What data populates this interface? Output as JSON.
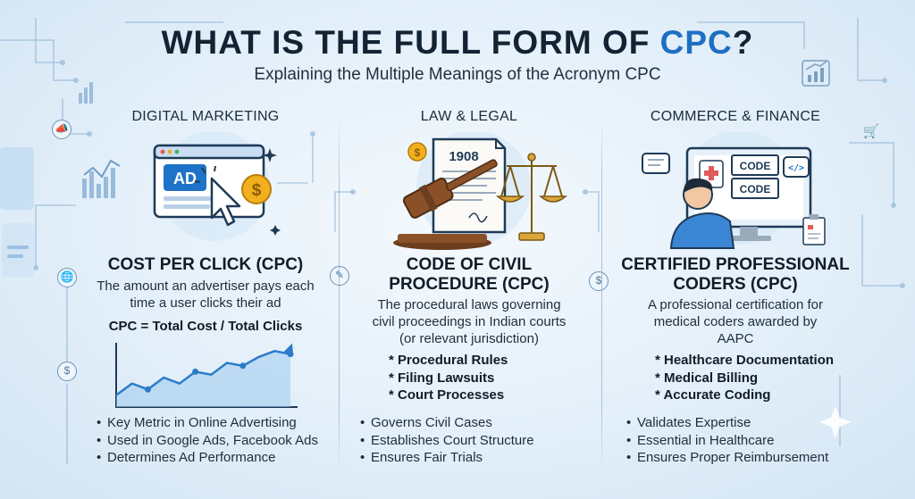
{
  "header": {
    "title_prefix": "WHAT IS THE FULL FORM OF ",
    "title_acronym": "CPC",
    "title_suffix": "?",
    "subtitle": "Explaining the Multiple Meanings of the Acronym CPC"
  },
  "columns": {
    "digital": {
      "category": "DIGITAL MARKETING",
      "ad_label": "AD",
      "term": "COST PER CLICK (CPC)",
      "description": "The amount an advertiser pays each time a user clicks their ad",
      "formula": "CPC = Total Cost / Total Clicks",
      "bullets": [
        "Key Metric in Online Advertising",
        "Used in Google Ads, Facebook Ads",
        "Determines Ad Performance"
      ]
    },
    "legal": {
      "category": "LAW & LEGAL",
      "doc_year": "1908",
      "term_line1": "CODE OF CIVIL",
      "term_line2": "PROCEDURE (CPC)",
      "description": "The procedural laws governing civil proceedings in Indian courts (or relevant jurisdiction)",
      "highlights": [
        "* Procedural Rules",
        "* Filing Lawsuits",
        "* Court Processes"
      ],
      "bullets": [
        "Governs Civil Cases",
        "Establishes Court Structure",
        "Ensures Fair Trials"
      ]
    },
    "commerce": {
      "category": "COMMERCE & FINANCE",
      "code_label_1": "CODE",
      "code_label_2": "CODE",
      "term_line1": "CERTIFIED PROFESSIONAL",
      "term_line2": "CODERS (CPC)",
      "description": "A professional certification for medical coders awarded by AAPC",
      "highlights": [
        "* Healthcare Documentation",
        "* Medical Billing",
        "* Accurate Coding"
      ],
      "bullets": [
        "Validates Expertise",
        "Essential in Healthcare",
        "Ensures Proper Reimbursement"
      ]
    }
  },
  "chart_data": {
    "type": "line",
    "values": [
      2,
      4,
      3,
      5,
      4,
      6,
      5.5,
      7.5,
      7,
      8.5,
      9.5,
      9
    ],
    "title": "",
    "xlabel": "",
    "ylabel": ""
  },
  "icons": [
    "megaphone-icon",
    "bar-chart-icon",
    "globe-icon",
    "dollar-icon",
    "cart-icon",
    "document-edit-icon",
    "refresh-dollar-icon",
    "code-icon",
    "sparkle-icon"
  ],
  "colors": {
    "accent": "#1e6fc2",
    "gold": "#f2b01e",
    "navy": "#132333"
  }
}
